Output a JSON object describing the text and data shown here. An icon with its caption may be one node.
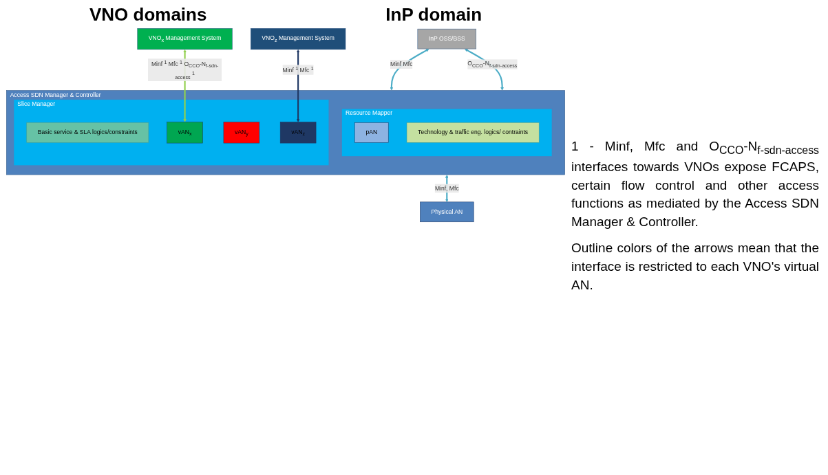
{
  "diagram": {
    "nodes": [
      {
        "text": [
          "VNO$_{x}$ Management System"
        ]
      },
      {
        "text": [
          "VNO$_{z}$ Management System"
        ]
      },
      {
        "text": [
          "InP OSS/BSS"
        ]
      },
      {
        "text": [
          "Access SDN Manager & Controller"
        ]
      },
      {
        "text": [
          "Slice Manager"
        ],
        "in": 3
      },
      {
        "text": [
          "Basic service & SLA logics/constraints"
        ],
        "in": 4
      },
      {
        "text": [
          "vAN$_{x}$"
        ],
        "in": 4
      },
      {
        "text": [
          "vAN$_{y}$"
        ],
        "in": 4
      },
      {
        "text": [
          "vAN$_{z}$"
        ],
        "in": 4
      },
      {
        "text": [
          "Resource Mapper"
        ],
        "in": 3
      },
      {
        "text": [
          "pAN"
        ],
        "in": 9
      },
      {
        "text": [
          "Technology & traffic eng. logics/ contraints"
        ],
        "in": 9
      },
      {
        "text": [
          "Physical AN"
        ]
      }
    ],
    "edges": [
      {
        "from": 0,
        "to": 6,
        "arrow": "both",
        "label": "Minf $^{1}$ Mfc $^{1}$ O$_{CCO}$-N$_{f-sdn-access}$ $^{1}$",
        "color": "#92d050"
      },
      {
        "from": 1,
        "to": 8,
        "arrow": "both",
        "label": "Minf $^{1}$ Mfc $^{1}$",
        "color": "#1f3864"
      },
      {
        "from": 2,
        "to": 3,
        "arrow": "both",
        "label": "Minf Mfc"
      },
      {
        "from": 2,
        "to": 3,
        "arrow": "both",
        "label": "O$_{CCO}$-N$_{f-sdn-access}$"
      },
      {
        "from": 3,
        "to": 12,
        "arrow": "both",
        "label": "Minf, Mfc"
      }
    ],
    "labels": [
      "VNO domains",
      "InP domain",
      "1 - Minf, Mfc and O$_{CCO}$-N$_{f-sdn-access}$ interfaces towards VNOs expose FCAPS, certain flow control and other access functions as mediated by the Access SDN Manager & Controller.",
      "Outline colors of the arrows mean that the interface is restricted to each VNO's virtual AN."
    ]
  }
}
